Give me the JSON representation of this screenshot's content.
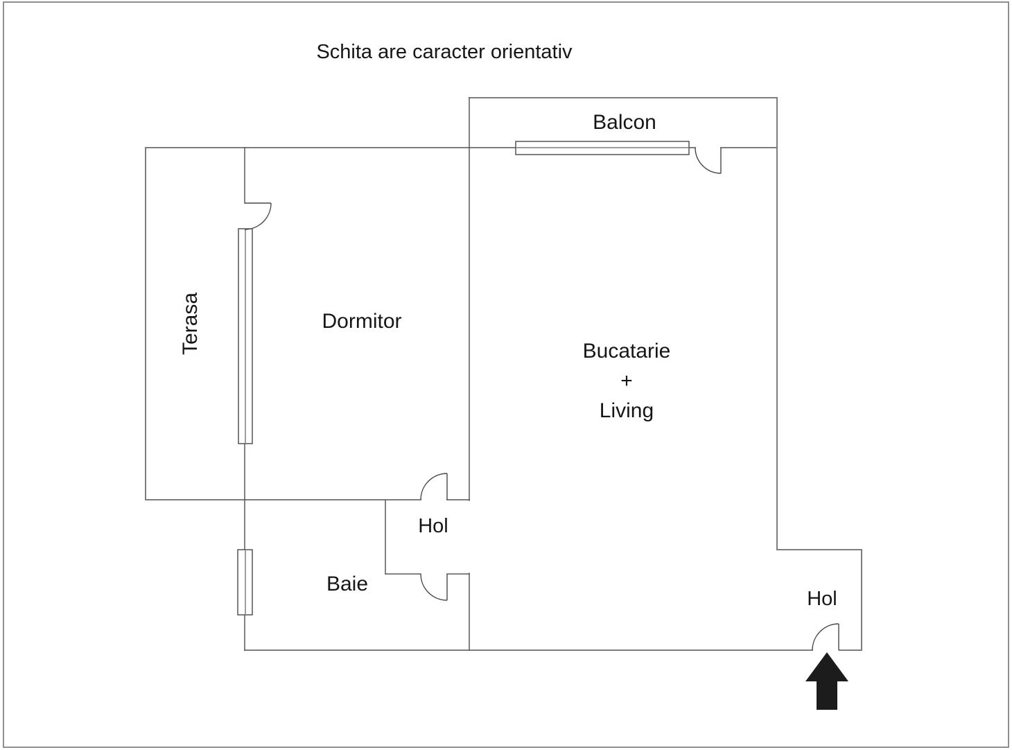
{
  "page": {
    "title": "Schita are caracter orientativ",
    "background_color": "#ffffff",
    "border_color": "#8e8e8e"
  },
  "plan": {
    "labels": {
      "balcon": "Balcon",
      "terasa": "Terasa",
      "dormitor": "Dormitor",
      "bucatarie_line1": "Bucatarie",
      "bucatarie_line2": "+",
      "bucatarie_line3": "Living",
      "hol_corridor": "Hol",
      "baie": "Baie",
      "hol_entrance": "Hol"
    },
    "colors": {
      "outer_wall": "#7d7d7d",
      "partition_wall": "#585858",
      "fixture": "#474747",
      "text": "#161616",
      "entrance_arrow": "#1c1c1c"
    },
    "entrance_arrow_direction": "up"
  }
}
